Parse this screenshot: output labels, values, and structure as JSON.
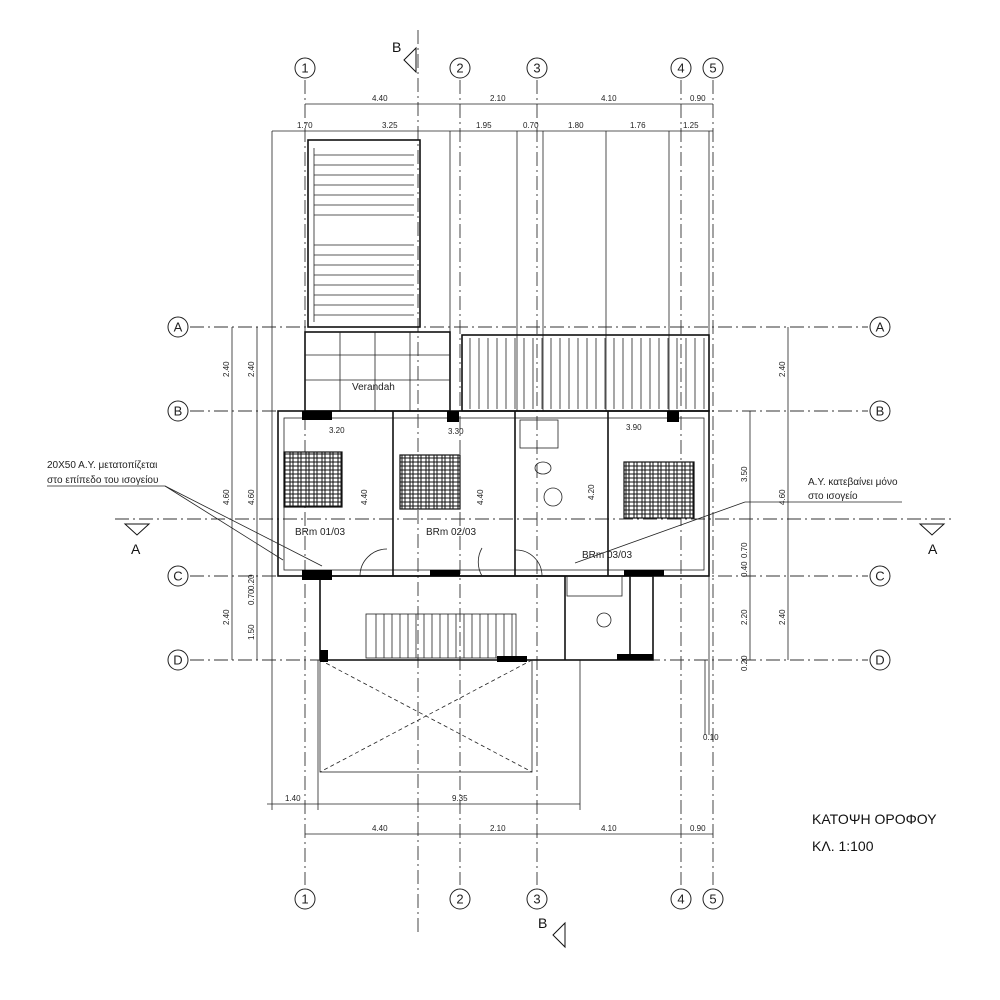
{
  "drawing": {
    "title": "ΚΑΤΟΨΗ ΟΡΟΦΟΥ",
    "scale": "ΚΛ.  1:100"
  },
  "grid_axes": {
    "vertical": [
      "1",
      "2",
      "3",
      "4",
      "5"
    ],
    "horizontal": [
      "A",
      "B",
      "C",
      "D"
    ]
  },
  "section_marks": {
    "section_a": "A",
    "section_b": "B"
  },
  "dimensions": {
    "top_row1": [
      "4.40",
      "2.10",
      "4.10",
      "0.90"
    ],
    "top_row2": [
      "1.70",
      "3.25",
      "1.95",
      "0.70",
      "1.80",
      "1.76",
      "1.25"
    ],
    "bottom_row1": [
      "1.40",
      "9.35"
    ],
    "bottom_row2": [
      "4.40",
      "2.10",
      "4.10",
      "0.90"
    ],
    "left_outer": [
      "2.40",
      "4.60",
      "2.40"
    ],
    "left_inner": [
      "2.40",
      "4.60",
      "0.20",
      "0.70",
      "1.50"
    ],
    "right_inner": [
      "3.50",
      "0.70",
      "0.40",
      "2.20",
      "0.20"
    ],
    "right_outer": [
      "2.40",
      "4.60",
      "2.40"
    ],
    "right_bottom": "0.10",
    "rooms": [
      "3.20",
      "3.30",
      "3.90",
      "4.40",
      "4.40",
      "4.20"
    ]
  },
  "rooms": {
    "verandah": "Verandah",
    "bedroom1": "BRm 01/03",
    "bedroom2": "BRm 02/03",
    "bedroom3": "BRm 03/03"
  },
  "notes": {
    "left_line1": "20X50 A.Y. μετατοπίζεται",
    "left_line2": "στο επίπεδο του ισογείου",
    "right_line1": "A.Y. κατεβαίνει μόνο",
    "right_line2": "στο ισογείο"
  }
}
